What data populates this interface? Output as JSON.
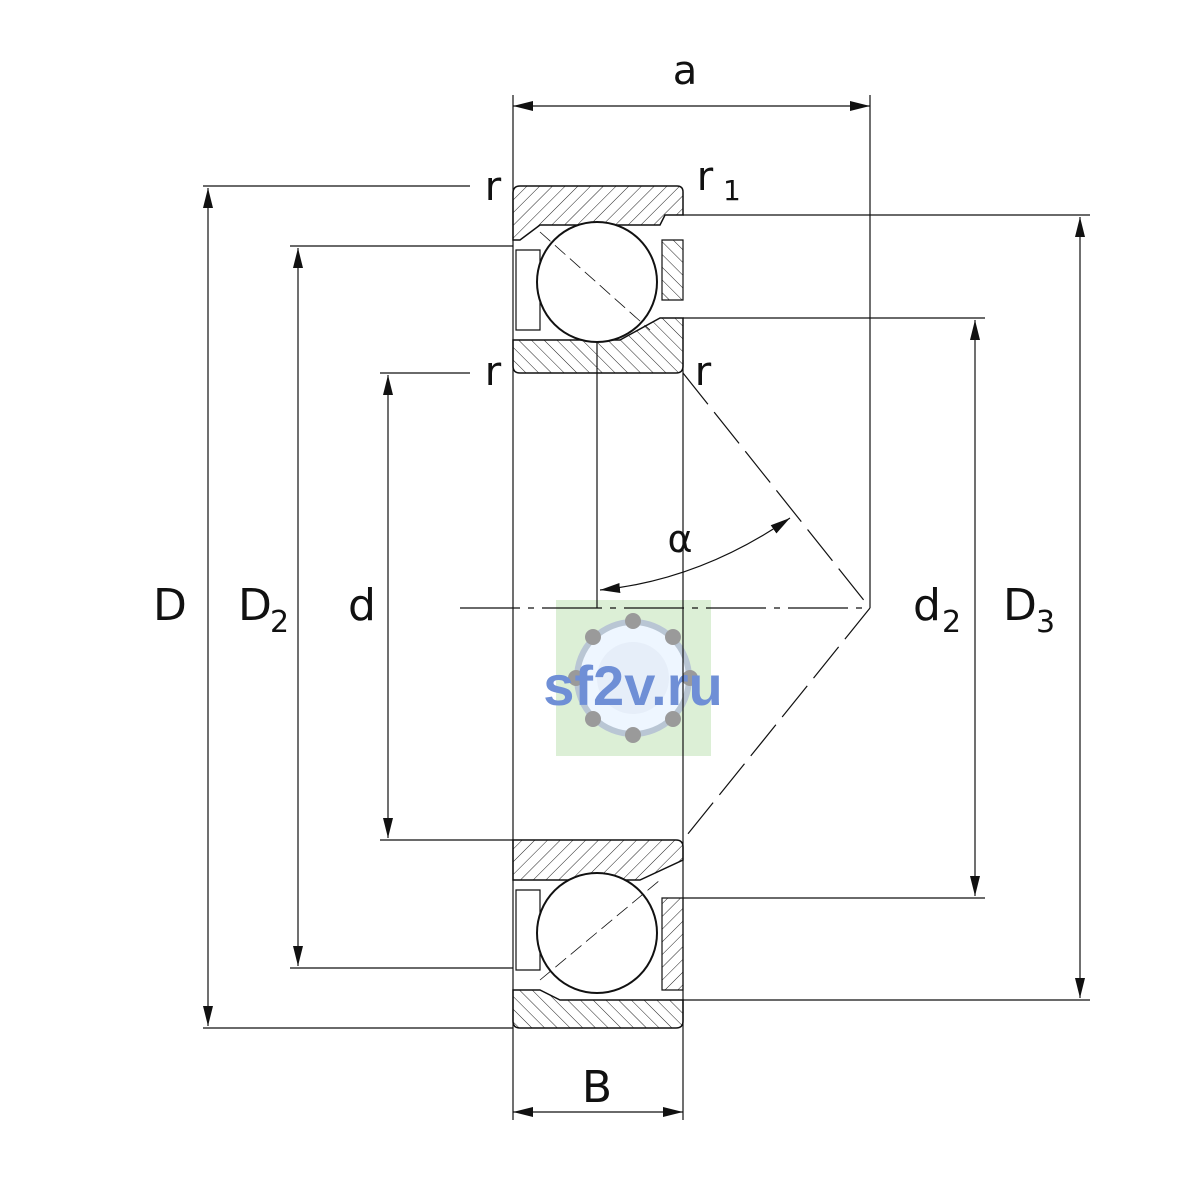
{
  "labels": {
    "a": "a",
    "r_top_left": "r",
    "r1": "r",
    "r1_sub": "1",
    "r_mid_left": "r",
    "r_mid_right": "r",
    "alpha": "α",
    "D": "D",
    "D2": "D",
    "D2_sub": "2",
    "d": "d",
    "d2": "d",
    "d2_sub": "2",
    "D3": "D",
    "D3_sub": "3",
    "B": "B"
  },
  "watermark": {
    "text": "sf2v.ru",
    "color": "#6f8fd6",
    "panel_color": "#dcefd6"
  },
  "colors": {
    "line": "#111111",
    "hatch": "#222222"
  }
}
